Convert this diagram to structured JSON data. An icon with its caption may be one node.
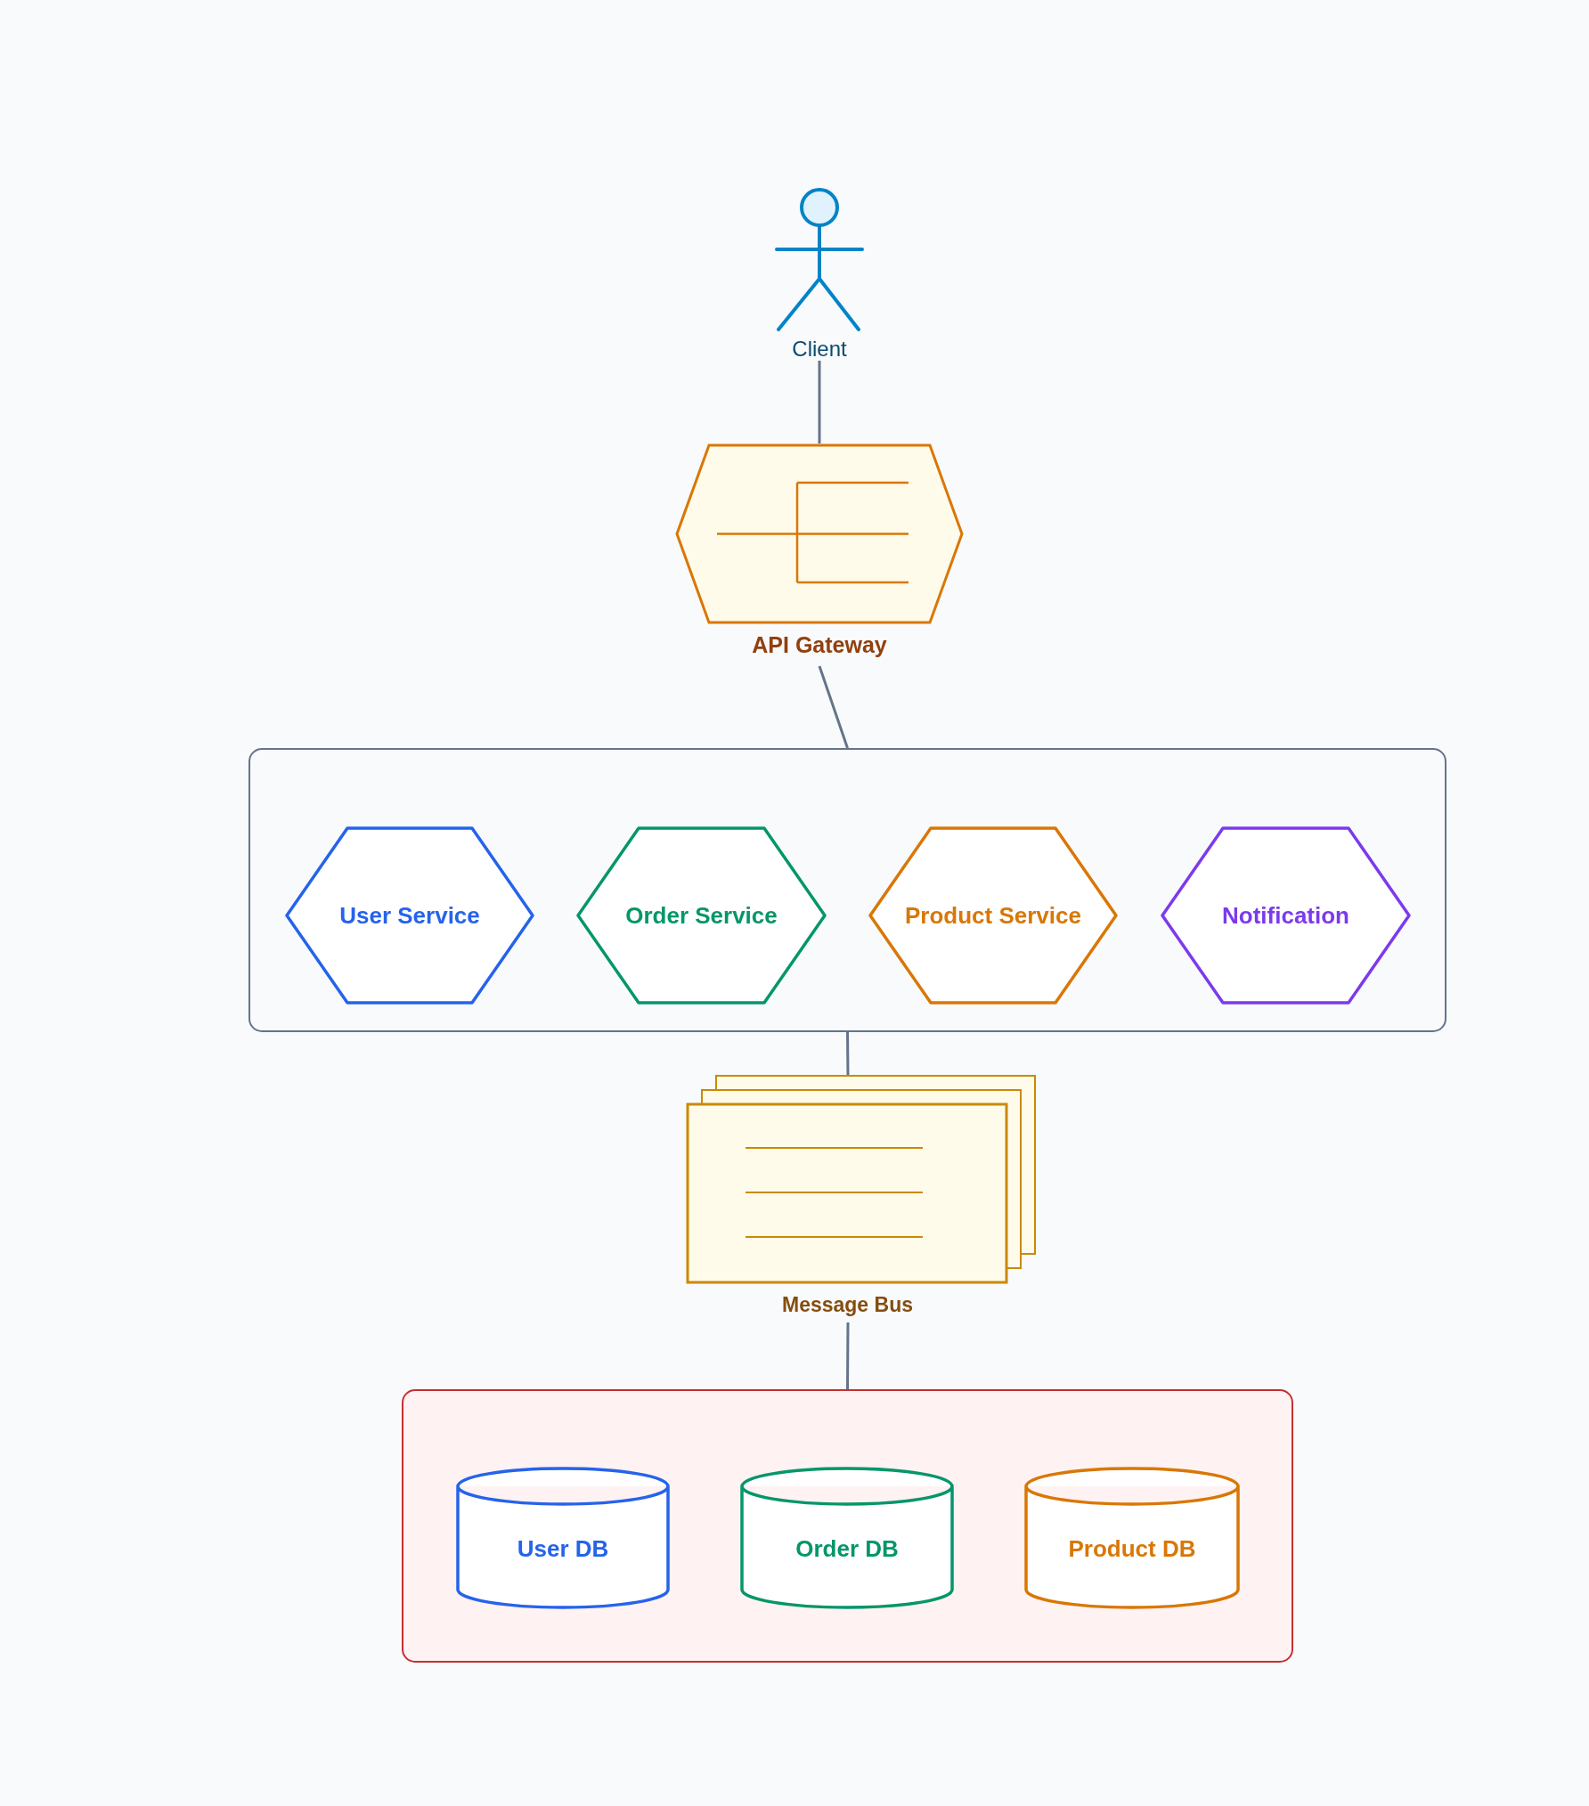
{
  "diagram": {
    "nodes": [
      {
        "text": [
          "Client"
        ]
      },
      {
        "text": [
          "API Gateway"
        ]
      },
      {
        "text": [],
        "shape": "box"
      },
      {
        "text": [
          "User Service"
        ],
        "in": 2
      },
      {
        "text": [
          "Order Service"
        ],
        "in": 2
      },
      {
        "text": [
          "Product Service"
        ],
        "in": 2
      },
      {
        "text": [
          "Notification"
        ],
        "in": 2
      },
      {
        "text": [
          "Message Bus"
        ]
      },
      {
        "text": [],
        "shape": "box"
      },
      {
        "text": [
          "User DB"
        ],
        "in": 8
      },
      {
        "text": [
          "Order DB"
        ],
        "in": 8
      },
      {
        "text": [
          "Product DB"
        ],
        "in": 8
      }
    ],
    "edges": [
      {
        "from": 0,
        "to": 1,
        "arrow": "none"
      },
      {
        "from": 1,
        "to": 2,
        "arrow": "none"
      },
      {
        "from": 2,
        "to": 7,
        "arrow": "none"
      },
      {
        "from": 7,
        "to": 8,
        "arrow": "none"
      }
    ]
  }
}
